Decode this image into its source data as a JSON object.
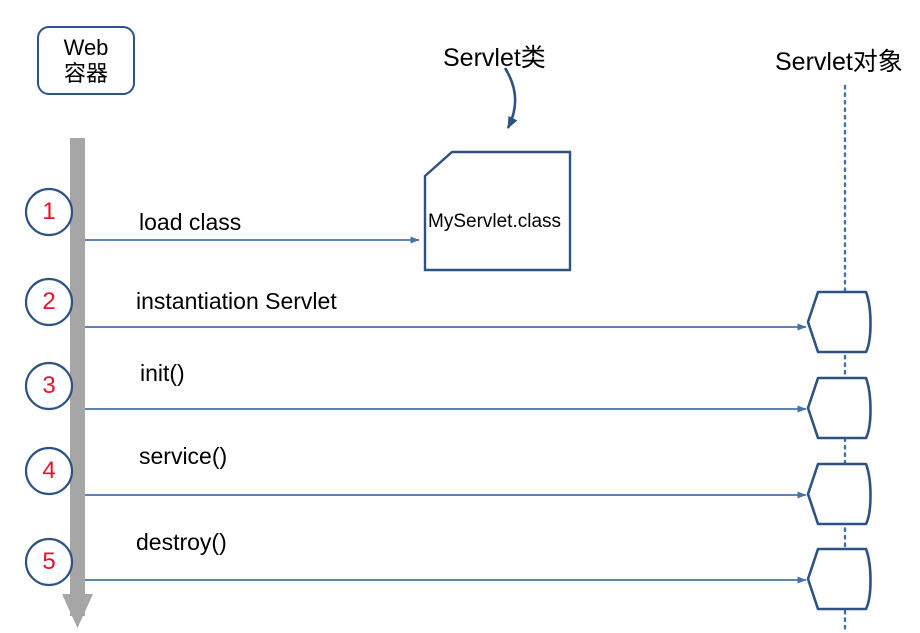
{
  "diagram": {
    "title_left": {
      "line1": "Web",
      "line2": "容器"
    },
    "title_center": "Servlet类",
    "title_right": "Servlet对象",
    "class_file_label": "MyServlet.class",
    "colors": {
      "stroke_blue": "#2e5282",
      "arrow_blue": "#4472a8",
      "number_red": "#e8112d",
      "lifeline_gray": "#a6a6a6",
      "background": "#ffffff"
    },
    "steps": [
      {
        "number": "1",
        "message": "load class",
        "target": "class-file"
      },
      {
        "number": "2",
        "message": "instantiation Servlet",
        "target": "servlet-object"
      },
      {
        "number": "3",
        "message": "init()",
        "target": "servlet-object"
      },
      {
        "number": "4",
        "message": "service()",
        "target": "servlet-object"
      },
      {
        "number": "5",
        "message": "destroy()",
        "target": "servlet-object"
      }
    ]
  }
}
